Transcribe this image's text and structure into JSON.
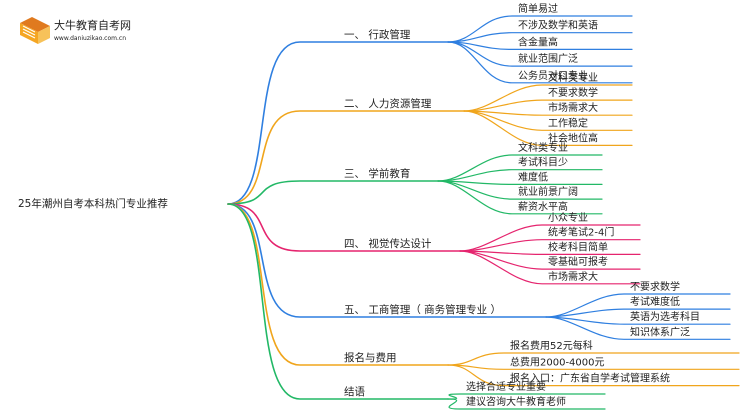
{
  "logo": {
    "title": "大牛教育自考网",
    "url": "www.daniuzikao.com.cn"
  },
  "root": {
    "label": "25年潮州自考本科热门专业推荐"
  },
  "colors": {
    "branches": [
      "#2f7fe0",
      "#f0a51c",
      "#22b866",
      "#e5246e",
      "#2f7fe0",
      "#f0a51c",
      "#22b866"
    ],
    "logo_book": "#f5a623",
    "logo_book_dark": "#e07a1f",
    "logo_pages": "#ffffff"
  },
  "branches": [
    {
      "label": "一、 行政管理",
      "leaves": [
        "简单易过",
        "不涉及数学和英语",
        "含金量高",
        "就业范围广泛",
        "公务员对口专业"
      ]
    },
    {
      "label": "二、 人力资源管理",
      "leaves": [
        "文科类专业",
        "不要求数学",
        "市场需求大",
        "工作稳定",
        "社会地位高"
      ]
    },
    {
      "label": "三、 学前教育",
      "leaves": [
        "文科类专业",
        "考试科目少",
        "难度低",
        "就业前景广阔",
        "薪资水平高"
      ]
    },
    {
      "label": "四、 视觉传达设计",
      "leaves": [
        "小众专业",
        "统考笔试2-4门",
        "校考科目简单",
        "零基础可报考",
        "市场需求大"
      ]
    },
    {
      "label": "五、 工商管理（ 商务管理专业 ）",
      "leaves": [
        "不要求数学",
        "考试难度低",
        "英语为选考科目",
        "知识体系广泛"
      ]
    },
    {
      "label": "报名与费用",
      "leaves": [
        "报名费用52元每科",
        "总费用2000-4000元",
        "报名入口：广东省自学考试管理系统"
      ]
    },
    {
      "label": "结语",
      "leaves": [
        "选择合适专业重要",
        "建议咨询大牛教育老师"
      ]
    }
  ]
}
